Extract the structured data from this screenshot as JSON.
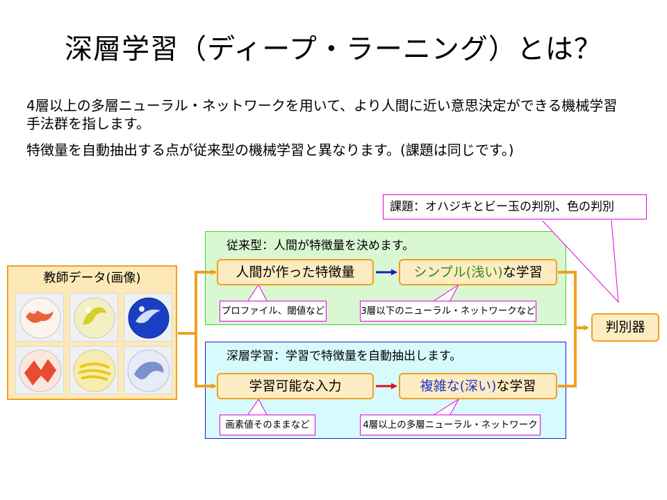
{
  "title": "深層学習（ディープ・ラーニング）とは？",
  "intro": {
    "line1": "4層以上の多層ニューラル・ネットワークを用いて、より人間に近い意思決定ができる機械学習",
    "line2": "手法群を指します。",
    "line3": "特徴量を自動抽出する点が従来型の機械学習と異なります。(課題は同じです。)"
  },
  "task_callout": "課題：オハジキとビー玉の判別、色の判別",
  "teacher": {
    "title": "教師データ(画像)",
    "marbles": [
      {
        "name": "red-swirl-marble",
        "color": "#e8512a"
      },
      {
        "name": "yellow-swirl-marble",
        "color": "#d6cf2a"
      },
      {
        "name": "blue-swirl-marble",
        "color": "#1b3fc4"
      },
      {
        "name": "red-ohajiki",
        "color": "#e63a1e"
      },
      {
        "name": "yellow-ohajiki",
        "color": "#e9d21e"
      },
      {
        "name": "blue-ohajiki",
        "color": "#6f86c8"
      }
    ]
  },
  "conventional": {
    "title": "従来型：人間が特徴量を決めます。",
    "step1": "人間が作った特徴量",
    "step2_prefix": "シンプル(浅い)",
    "step2_suffix": "な学習",
    "note1": "プロファイル、閾値など",
    "note2": "3層以下のニューラル・ネットワークなど"
  },
  "deep": {
    "title": "深層学習：学習で特徴量を自動抽出します。",
    "step1": "学習可能な入力",
    "step2_prefix": "複雑な(深い)",
    "step2_suffix": "な学習",
    "note1": "画素値そのままなど",
    "note2": "4層以上の多層ニューラル・ネットワーク"
  },
  "classifier": "判別器",
  "colors": {
    "orange_border": "#f0a020",
    "box_fill": "#fdebc2",
    "conv_bg": "#d9f7d1",
    "deep_bg": "#d7fafd",
    "callout_border": "#e000e0",
    "conv_arrow": "#1a1acc",
    "deep_arrow": "#e01010"
  }
}
